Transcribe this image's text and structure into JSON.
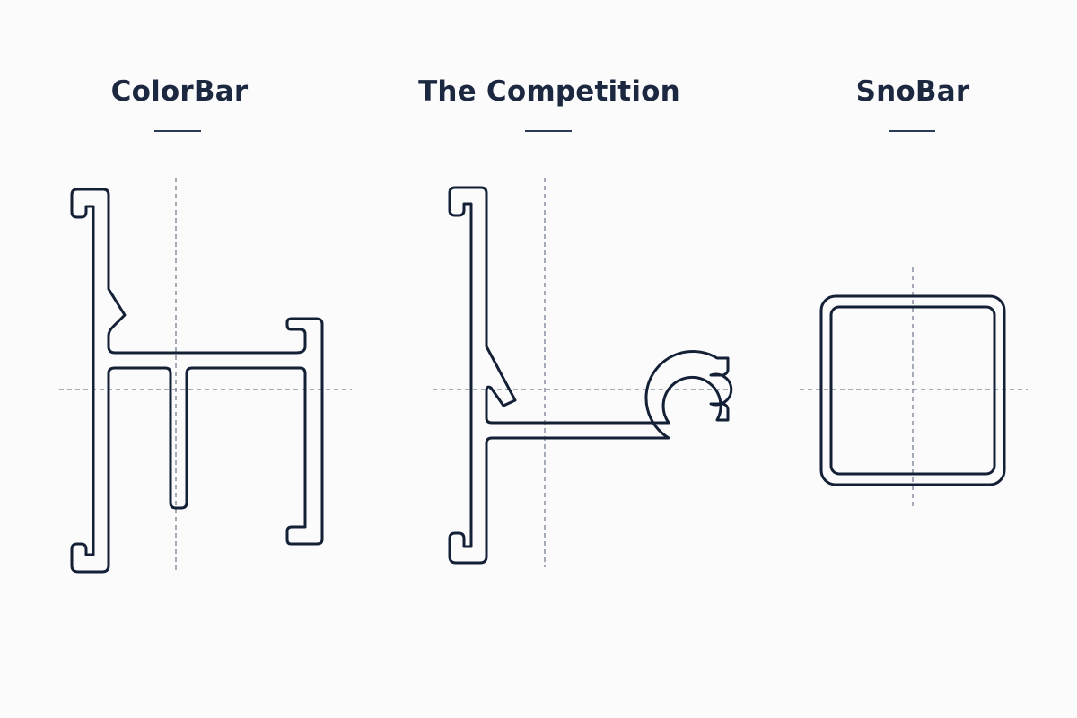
{
  "panels": [
    {
      "title": "ColorBar",
      "shape": "colorbar-profile"
    },
    {
      "title": "The Competition",
      "shape": "competition-profile"
    },
    {
      "title": "SnoBar",
      "shape": "snobar-square-tube-profile"
    }
  ],
  "colors": {
    "background": "#fbfbfc",
    "title": "#1b2840",
    "outline": "#142036",
    "center_lines": "#4f5b73"
  }
}
